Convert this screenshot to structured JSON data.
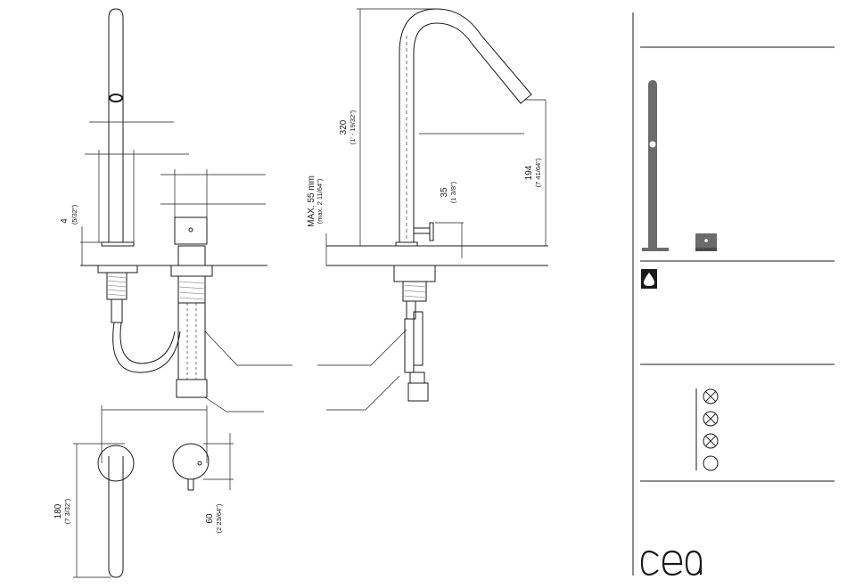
{
  "dimensions": {
    "cartridge_offset": {
      "value": "4",
      "imperial": "(5/32\")"
    },
    "max_mount": {
      "value": "MAX. 55 mm",
      "imperial": "(max. 2 11/64\")"
    },
    "spout_height": {
      "value": "320",
      "imperial": "(1' - 19/32\")"
    },
    "spout_outlet": {
      "value": "194",
      "imperial": "(7 41/64\")"
    },
    "knob_height": {
      "value": "35",
      "imperial": "(1 3/8\")"
    },
    "handle_length": {
      "value": "180",
      "imperial": "(7 3/32\")"
    },
    "knob_diameter": {
      "value": "60",
      "imperial": "(2 23/64\")"
    }
  },
  "info_panel": {
    "water_icon": "water-drop-icon",
    "certification_icons": [
      "crossed-circle-icon",
      "crossed-circle-icon",
      "crossed-circle-icon",
      "circle-icon"
    ],
    "logo": "cea"
  },
  "colors": {
    "line": "#1a1a1a",
    "product": "#6b6b6b",
    "badge": "#1a1a1a"
  }
}
